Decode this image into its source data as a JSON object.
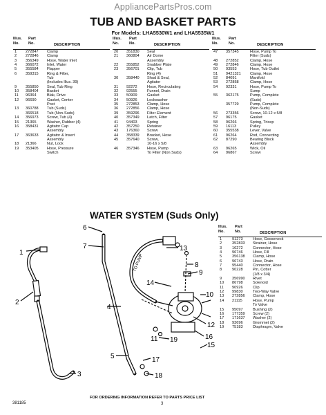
{
  "watermark": "AppliancePartsPros.com",
  "title": "TUB AND BASKET PARTS",
  "subtitle": "For Models: LHA5530W1 and LHA5535W1",
  "headers": {
    "illus_1": "Illus.",
    "illus_2": "No.",
    "part_1": "Part",
    "part_2": "No.",
    "desc": "DESCRIPTION"
  },
  "col1": [
    [
      "1",
      "272847",
      "Clamp"
    ],
    [
      "2",
      "272846",
      "Clamp"
    ],
    [
      "3",
      "356349",
      "Hose, Water Inlet"
    ],
    [
      "4",
      "366072",
      "Inlet, Water"
    ],
    [
      "5",
      "355584",
      "Flapper"
    ],
    [
      "6",
      "359315",
      "Ring & Filter,"
    ],
    [
      "",
      "",
      "Tub"
    ],
    [
      "",
      "",
      "(Includes Illus. 39)"
    ],
    [
      "9",
      "355850",
      "Seal, Tub Ring"
    ],
    [
      "10",
      "358404",
      "Basket"
    ],
    [
      "11",
      "96364",
      "Blak, Drive"
    ],
    [
      "12",
      "96690",
      "Gasket, Center"
    ],
    [
      "",
      "",
      "Post"
    ],
    [
      "13",
      "360788",
      "Tub (Suds)"
    ],
    [
      "",
      "366518",
      "Tub (Non-Suds)"
    ],
    [
      "14",
      "356973",
      "Screw, Tub (4)"
    ],
    [
      "15",
      "21365",
      "Washer, Rubber (4)"
    ],
    [
      "16",
      "358431",
      "Agitator Cap"
    ],
    [
      "",
      "",
      "Assembly"
    ],
    [
      "17",
      "363633",
      "Agitator & Insert"
    ],
    [
      "",
      "",
      "Assembly"
    ],
    [
      "18",
      "21366",
      "Nut, Lock"
    ],
    [
      "19",
      "353405",
      "Hose, Pressure"
    ],
    [
      "",
      "",
      "Switch"
    ]
  ],
  "col2": [
    [
      "20",
      "351830",
      "Seal"
    ],
    [
      "21",
      "360804",
      "Air Dome"
    ],
    [
      "",
      "",
      "Assembly"
    ],
    [
      "22",
      "355852",
      "Snubber Plate"
    ],
    [
      "23",
      "356701",
      "Clip, Tub"
    ],
    [
      "",
      "",
      "Ring (4)"
    ],
    [
      "30",
      "358440",
      "Shud & Seal,"
    ],
    [
      "",
      "",
      "Agitator"
    ],
    [
      "31",
      "92272",
      "Hose, Recirculating"
    ],
    [
      "32",
      "92555",
      "Funnel, Drain"
    ],
    [
      "33",
      "50909",
      "Gasket"
    ],
    [
      "34",
      "50926",
      "Lockwasher"
    ],
    [
      "35",
      "272853",
      "Clamp, Hose"
    ],
    [
      "36",
      "272856",
      "Clamp, Hose"
    ],
    [
      "39",
      "359296",
      "Filter Element"
    ],
    [
      "40",
      "357349",
      "Latch, Filter"
    ],
    [
      "41",
      "94403",
      "Spring"
    ],
    [
      "42",
      "357250",
      "Retainer"
    ],
    [
      "43",
      "176360",
      "Screw"
    ],
    [
      "44",
      "358339",
      "Bracket, Hose"
    ],
    [
      "45",
      "357640",
      "Screw,"
    ],
    [
      "",
      "",
      "10-16 x 5/8"
    ],
    [
      "46",
      "357346",
      "Hose, Pump"
    ],
    [
      "",
      "",
      "To Filter (Non Suds)"
    ]
  ],
  "col3": [
    [
      "47",
      "357345",
      "Hose, Pump To"
    ],
    [
      "",
      "",
      "Filter (Suds)"
    ],
    [
      "48",
      "272852",
      "Clamp, Hose"
    ],
    [
      "49",
      "272846",
      "Clamp, Hose"
    ],
    [
      "50",
      "93553",
      "Hose, Tub Outlet"
    ],
    [
      "51",
      "9421321",
      "Clamp, Hose"
    ],
    [
      "52",
      "84091",
      "Manifold"
    ],
    [
      "53",
      "272858",
      "Clamp, Hose"
    ],
    [
      "54",
      "92331",
      "Hose, Pump To"
    ],
    [
      "",
      "",
      "Sump"
    ],
    [
      "55",
      "362175",
      "Pump, Complete"
    ],
    [
      "",
      "",
      "(Suds)"
    ],
    [
      "",
      "357729",
      "Pump, Complete"
    ],
    [
      "",
      "",
      "(Non-Suds)"
    ],
    [
      "56",
      "273356",
      "Screw, 10-12 x 5/8"
    ],
    [
      "57",
      "96175",
      "Gasket"
    ],
    [
      "58",
      "96266",
      "Spring, Tricep"
    ],
    [
      "59",
      "16113",
      "Pulley"
    ],
    [
      "60",
      "355538",
      "Lever, Valve"
    ],
    [
      "61",
      "96264",
      "Rod, Connecting"
    ],
    [
      "62",
      "87290",
      "Bearing Block"
    ],
    [
      "",
      "",
      "Assembly"
    ],
    [
      "63",
      "96265",
      "Wick, Oil"
    ],
    [
      "64",
      "96867",
      "Screw"
    ]
  ],
  "water_title": "WATER SYSTEM (Suds Only)",
  "water": [
    [
      "1",
      "91273",
      "Hose, Gooseneck"
    ],
    [
      "2",
      "352833",
      "Strainer, Hose"
    ],
    [
      "3",
      "16272",
      "Connector, Hose"
    ],
    [
      "4",
      "96746",
      "Hose, Fill"
    ],
    [
      "5",
      "356138",
      "Clamp, Hose"
    ],
    [
      "6",
      "96743",
      "Hose, Drain"
    ],
    [
      "7",
      "95440",
      "Connector, Hose"
    ],
    [
      "8",
      "90228",
      "Pin, Cotter"
    ],
    [
      "",
      "",
      "(1/8 x 3/4)"
    ],
    [
      "9",
      "356990",
      "Rivet"
    ],
    [
      "10",
      "86798",
      "Solenoid"
    ],
    [
      "11",
      "90926",
      "Clip"
    ],
    [
      "12",
      "99830",
      "Two-Way Valve"
    ],
    [
      "13",
      "272856",
      "Clamp, Hose"
    ],
    [
      "14",
      "21115",
      "Hose, Pump"
    ],
    [
      "",
      "",
      "To Valve"
    ],
    [
      "15",
      "95097",
      "Bushing (2)"
    ],
    [
      "16",
      "177359",
      "Screw (2)"
    ],
    [
      "17",
      "171637",
      "Washer (2)"
    ],
    [
      "18",
      "93696",
      "Grommet (2)"
    ],
    [
      "19",
      "75183",
      "Diaphragm, Valve"
    ]
  ],
  "callouts": [
    "1",
    "2",
    "3",
    "4",
    "5",
    "6",
    "7",
    "8",
    "9",
    "10",
    "11",
    "12",
    "13",
    "14",
    "15",
    "16",
    "17",
    "18",
    "19"
  ],
  "to_pump": "TO PUMP",
  "footer": "FOR ORDERING INFORMATION REFER TO PARTS PRICE LIST",
  "doc_code": "381185",
  "page_number": "3"
}
